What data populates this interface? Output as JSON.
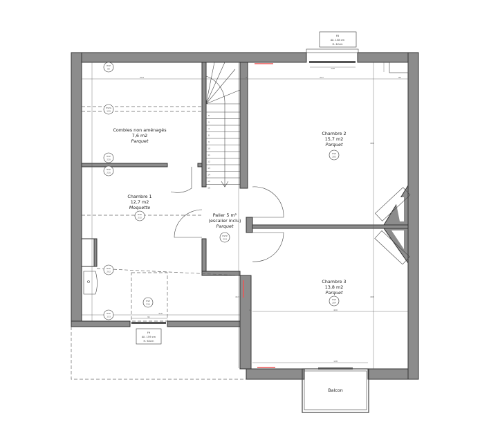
{
  "rooms": {
    "combles": {
      "name": "Combles non aménagés",
      "area": "7,6 m2",
      "floor": "Parquet"
    },
    "chambre1": {
      "name": "Chambre 1",
      "area": "12,7 m2",
      "floor": "Moquette"
    },
    "palier": {
      "name": "Palier 5 m²",
      "note": "(escalier inclu)",
      "floor": "Parquet"
    },
    "chambre2": {
      "name": "Chambre 2",
      "area": "15,7 m2",
      "floor": "Parquet"
    },
    "chambre3": {
      "name": "Chambre 3",
      "area": "13,8 m2",
      "floor": "Parquet"
    },
    "balcon": {
      "name": "Balcon"
    }
  },
  "windows": {
    "f8": {
      "name": "F8",
      "width": "All. 158 cm",
      "height": "H. 42cm"
    },
    "f9": {
      "name": "F9",
      "width": "All. 159 cm",
      "height": "H. 62cm"
    }
  },
  "hsp": [
    {
      "label": "HSP",
      "value": "80"
    },
    {
      "label": "HSPG",
      "value": "129"
    },
    {
      "label": "HSP",
      "value": "220"
    },
    {
      "label": "HSP",
      "value": "220"
    },
    {
      "label": "HSP",
      "value": "232"
    },
    {
      "label": "HSFP",
      "value": "224"
    },
    {
      "label": "HSP",
      "value": "202"
    },
    {
      "label": "HSP",
      "value": "236"
    },
    {
      "label": "HSP",
      "value": "133"
    },
    {
      "label": "HSP",
      "value": "285"
    },
    {
      "label": "HSP",
      "value": "284"
    }
  ],
  "dimensions": [
    "204",
    "23",
    "227",
    "128",
    "83",
    "408",
    "420",
    "23",
    "413",
    "128",
    "416",
    "91",
    "408"
  ],
  "stair_steps": [
    "8",
    "9",
    "4",
    "8",
    "9",
    "10",
    "11",
    "12",
    "13",
    "14",
    "15",
    "16"
  ],
  "colors": {
    "wall": "#8c8c8c",
    "marker": "#e55555"
  }
}
